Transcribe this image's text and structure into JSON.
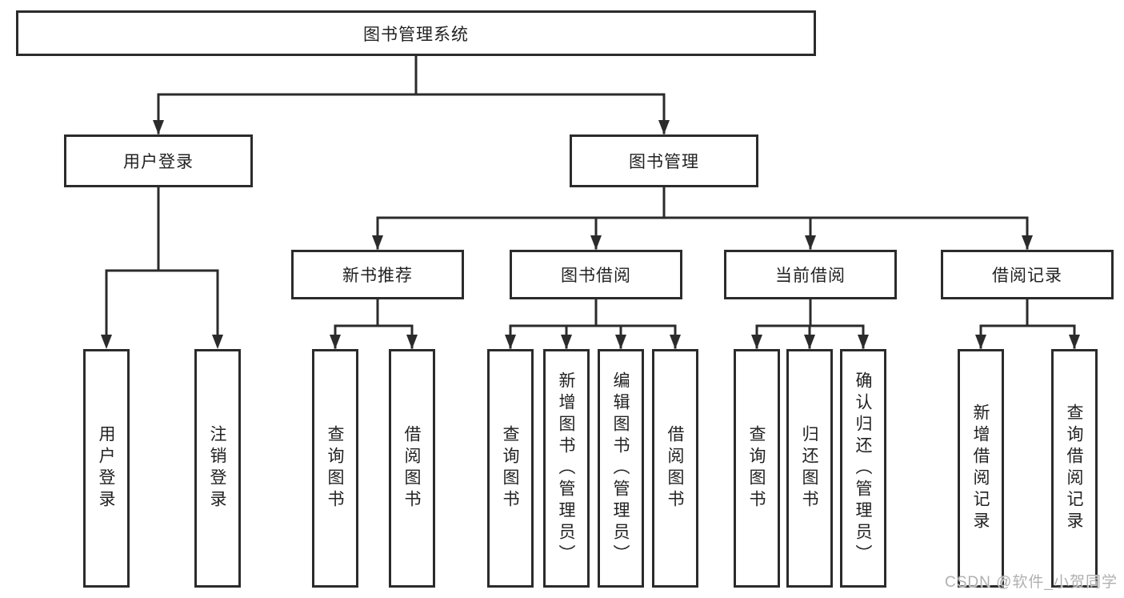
{
  "nodes": {
    "root": "图书管理系统",
    "branches": [
      {
        "label": "用户登录",
        "leaves": [
          "用户登录",
          "注销登录"
        ]
      },
      {
        "label": "图书管理",
        "groups": [
          {
            "label": "新书推荐",
            "leaves": [
              "查询图书",
              "借阅图书"
            ]
          },
          {
            "label": "图书借阅",
            "leaves": [
              "查询图书",
              "新增图书（管理员）",
              "编辑图书（管理员）",
              "借阅图书"
            ]
          },
          {
            "label": "当前借阅",
            "leaves": [
              "查询图书",
              "归还图书",
              "确认归还（管理员）"
            ]
          },
          {
            "label": "借阅记录",
            "leaves": [
              "新增借阅记录",
              "查询借阅记录"
            ]
          }
        ]
      }
    ]
  },
  "watermark": "CSDN @软件_小贺同学",
  "colors": {
    "line": "#2b2b2b",
    "text": "#222222",
    "background": "#ffffff",
    "watermark": "#b0b0b0"
  }
}
